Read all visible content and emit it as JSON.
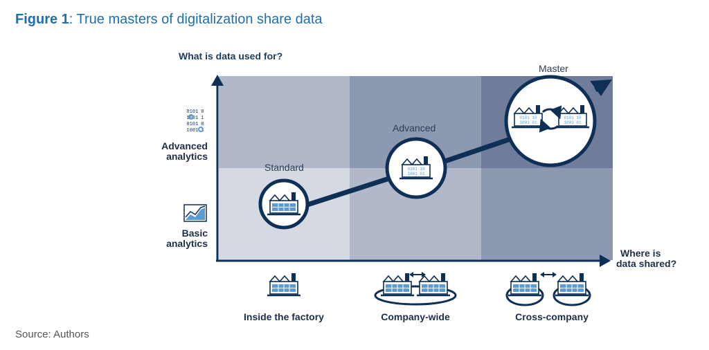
{
  "figure": {
    "number": "Figure 1",
    "title": ": True masters of digitalization share data",
    "source": "Source: Authors"
  },
  "axes": {
    "y_label": "What is data used for?",
    "x_label_line1": "Where is",
    "x_label_line2": "data shared?",
    "y_levels": [
      {
        "line1": "Advanced",
        "line2": "analytics",
        "icon": "binary-data-icon"
      },
      {
        "line1": "Basic",
        "line2": "analytics",
        "icon": "line-chart-icon"
      }
    ],
    "x_levels": [
      {
        "label": "Inside the factory",
        "icon": "single-factory-icon"
      },
      {
        "label": "Company-wide",
        "icon": "connected-factories-icon"
      },
      {
        "label": "Cross-company",
        "icon": "partner-factories-icon"
      }
    ]
  },
  "stages": [
    {
      "label": "Standard",
      "icon": "factory-icon"
    },
    {
      "label": "Advanced",
      "icon": "data-factory-icon"
    },
    {
      "label": "Master",
      "icon": "exchanging-factories-icon"
    }
  ],
  "colors": {
    "navy": "#0e2f56",
    "accent": "#1f6fa8",
    "cell_light": "#d5d9e2",
    "cell_mid": "#b1b8c9",
    "cell_dark": "#8d98b1",
    "cell_darkest": "#6f7d9b",
    "icon_blue": "#5b9bd5"
  }
}
